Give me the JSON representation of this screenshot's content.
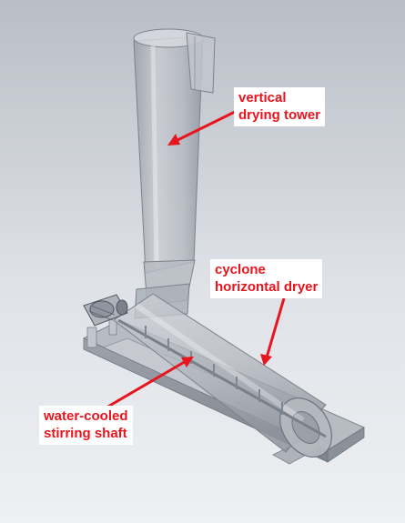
{
  "colors": {
    "background_top": "#b9bec6",
    "background_bottom": "#eef0f3",
    "label_text": "#e8141e",
    "arrow": "#e8141e",
    "label_background": "#ffffff",
    "equipment_gray": "#a9aeb6"
  },
  "labels": {
    "tower": {
      "line1": "vertical",
      "line2": "drying tower"
    },
    "dryer": {
      "line1": "cyclone",
      "line2": "horizontal dryer"
    },
    "shaft": {
      "line1": "water-cooled",
      "line2": "stirring shaft"
    }
  }
}
